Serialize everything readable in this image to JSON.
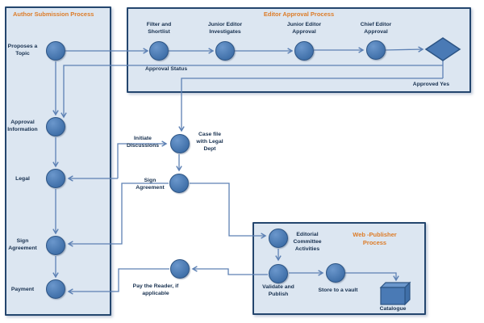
{
  "colors": {
    "panel_fill": "#dce6f1",
    "panel_border": "#24466e",
    "node_fill": "#4a7ab5",
    "node_border": "#2c5484",
    "connector": "#5d81b4",
    "title_orange": "#dd7c28",
    "label_text": "#17304f"
  },
  "panels": {
    "author": {
      "title": "Author Submission Process"
    },
    "editor": {
      "title": "Editor Approval Process"
    },
    "web": {
      "title": "Web -Publisher\nProcess"
    }
  },
  "nodes": {
    "proposes_topic": {
      "label": "Proposes a\nTopic"
    },
    "approval_information": {
      "label": "Approval\nInformation"
    },
    "legal": {
      "label": "Legal"
    },
    "sign_agreement_author": {
      "label": "Sign\nAgreement"
    },
    "payment": {
      "label": "Payment"
    },
    "filter_shortlist": {
      "label": "Filter and\nShortlist"
    },
    "junior_editor_investigates": {
      "label": "Junior Editor\nInvestigates"
    },
    "junior_editor_approval": {
      "label": "Junior Editor\nApproval"
    },
    "chief_editor_approval": {
      "label": "Chief Editor\nApproval"
    },
    "case_file_legal": {
      "label": "Case file\nwith Legal\nDept"
    },
    "sign_agreement_mid": {
      "label": "Sign\nAgreement"
    },
    "pay_reader": {
      "label": "Pay the Reader, if\napplicable"
    },
    "editorial_committee": {
      "label": "Editorial\nCommittee\nActivities"
    },
    "validate_publish": {
      "label": "Validate and\nPublish"
    },
    "store_vault": {
      "label": "Store to a vault"
    },
    "catalogue": {
      "label": "Catalogue"
    }
  },
  "edge_labels": {
    "approval_status": "Approval Status",
    "approved_yes": "Approved Yes",
    "initiate_discussions": "Initiate\nDiscussions"
  }
}
